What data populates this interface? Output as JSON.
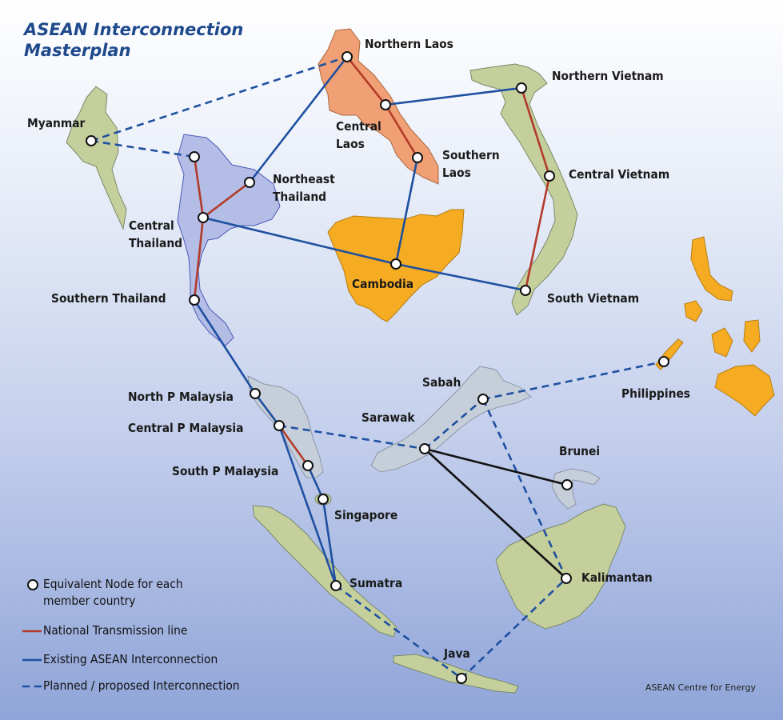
{
  "title": {
    "line1": "ASEAN Interconnection",
    "line2": "Masterplan"
  },
  "colors": {
    "existing": "#1e50a0",
    "national": "#b33a2a",
    "planned": "#1e50a0",
    "other_link": "#111111",
    "land_green": "#c4cf9c",
    "laos": "#f0a074",
    "cambodia_philippines": "#f5ac22",
    "thailand": "#b4bde6",
    "malaysia_brunei": "#c6ced9"
  },
  "nodes": [
    {
      "id": "myanmar",
      "label": "Myanmar"
    },
    {
      "id": "northern-laos",
      "label": "Northern Laos"
    },
    {
      "id": "central-laos",
      "label": "Central\nLaos"
    },
    {
      "id": "southern-laos",
      "label": "Southern\nLaos"
    },
    {
      "id": "northern-vietnam",
      "label": "Northern Vietnam"
    },
    {
      "id": "central-vietnam",
      "label": "Central Vietnam"
    },
    {
      "id": "south-vietnam",
      "label": "South Vietnam"
    },
    {
      "id": "northeast-thailand",
      "label": "Northeast\nThailand"
    },
    {
      "id": "central-thailand",
      "label": "Central\nThailand"
    },
    {
      "id": "southern-thailand",
      "label": "Southern Thailand"
    },
    {
      "id": "cambodia",
      "label": "Cambodia"
    },
    {
      "id": "north-p-malaysia",
      "label": "North P Malaysia"
    },
    {
      "id": "central-p-malaysia",
      "label": "Central P Malaysia"
    },
    {
      "id": "south-p-malaysia",
      "label": "South P Malaysia"
    },
    {
      "id": "singapore",
      "label": "Singapore"
    },
    {
      "id": "sumatra",
      "label": "Sumatra"
    },
    {
      "id": "java",
      "label": "Java"
    },
    {
      "id": "sarawak",
      "label": "Sarawak"
    },
    {
      "id": "sabah",
      "label": "Sabah"
    },
    {
      "id": "brunei",
      "label": "Brunei"
    },
    {
      "id": "kalimantan",
      "label": "Kalimantan"
    },
    {
      "id": "philippines",
      "label": "Philippines"
    }
  ],
  "legend": {
    "node": "Equivalent Node for each\nmember country",
    "national": "National Transmission line",
    "existing": "Existing ASEAN Interconnection",
    "planned": "Planned / proposed Interconnection"
  },
  "credit": "ASEAN Centre for Energy"
}
